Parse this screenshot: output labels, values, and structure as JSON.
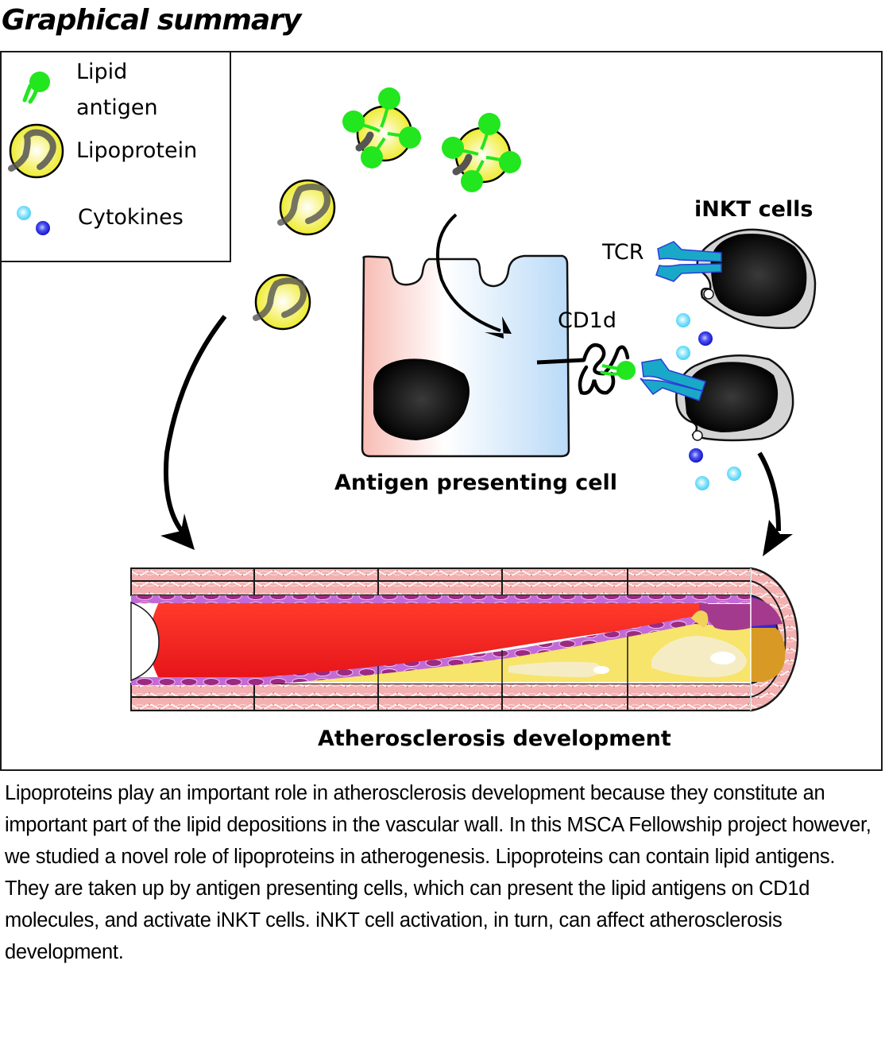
{
  "title": "Graphical summary",
  "legend": {
    "items": [
      {
        "icon": "lipid-antigen-icon",
        "label_line1": "Lipid",
        "label_line2": "antigen"
      },
      {
        "icon": "lipoprotein-icon",
        "label": "Lipoprotein"
      },
      {
        "icon": "cytokines-icon",
        "label": "Cytokines"
      }
    ]
  },
  "labels": {
    "inkt_cells": "iNKT cells",
    "tcr": "TCR",
    "cd1d": "CD1d",
    "apc": "Antigen presenting cell",
    "atherosclerosis": "Atherosclerosis development"
  },
  "colors": {
    "lipid_antigen": "#22e61e",
    "lipoprotein": "#f4f03a",
    "cytokine_light": "#5fd6f7",
    "cytokine_dark": "#1a22d6",
    "tcr": "#1aa8c8",
    "nucleus": "#111111",
    "cell_membrane": "#d4d4d4",
    "blood": "#ff2b22",
    "plaque": "#f7e46a",
    "vessel_wall": "#f4b5b5"
  },
  "caption": "Lipoproteins play an important role in atherosclerosis development because they constitute an important part of the lipid depositions in the vascular wall. In this MSCA Fellowship project however, we studied a novel role of lipoproteins in atherogenesis. Lipoproteins can contain lipid antigens. They are taken up by antigen presenting cells, which can present the lipid antigens on CD1d molecules, and activate iNKT cells. iNKT cell activation, in turn, can affect atherosclerosis development."
}
